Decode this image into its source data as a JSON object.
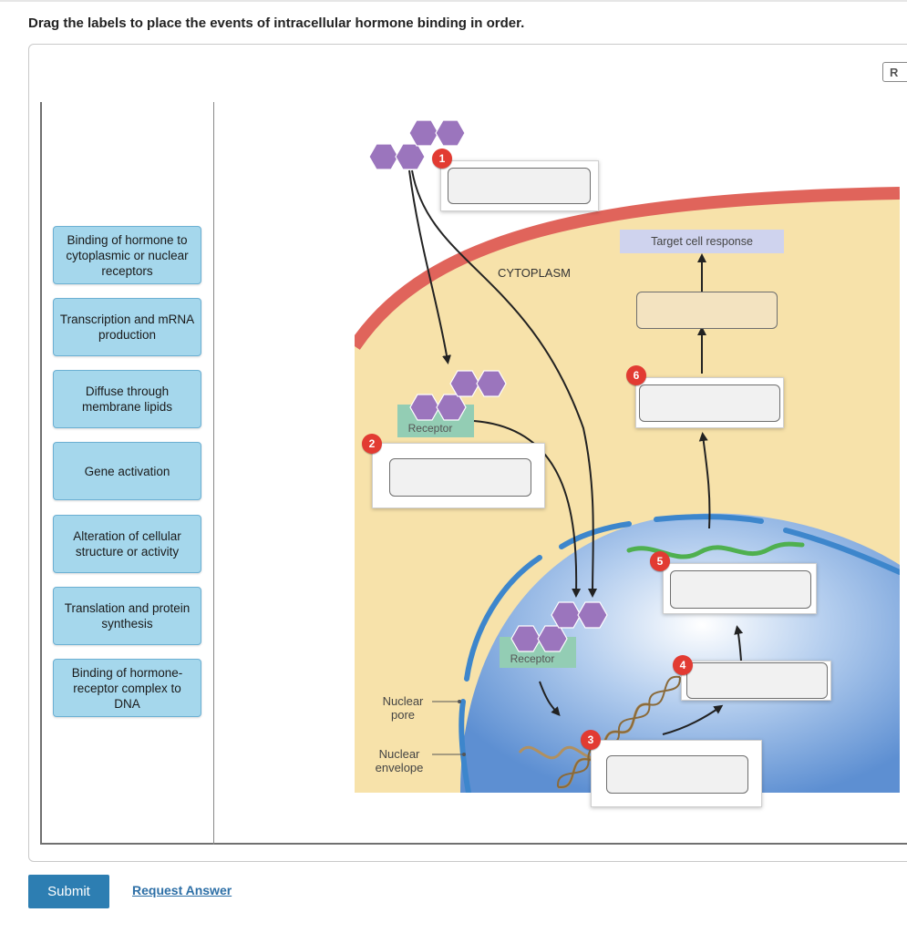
{
  "prompt": "Drag the labels to place the events of intracellular hormone binding in order.",
  "toolbar": {
    "reset_label": "R"
  },
  "labels": [
    "Binding of hormone to cytoplasmic or nuclear receptors",
    "Transcription and mRNA production",
    "Diffuse through membrane lipids",
    "Gene activation",
    "Alteration of cellular structure or activity",
    "Translation and protein synthesis",
    "Binding of hormone-receptor complex to DNA"
  ],
  "diagram": {
    "cytoplasm": "CYTOPLASM",
    "target_response": "Target cell response",
    "receptor_upper": "Receptor",
    "receptor_lower": "Receptor",
    "nuclear_pore_line1": "Nuclear",
    "nuclear_pore_line2": "pore",
    "nuclear_envelope_line1": "Nuclear",
    "nuclear_envelope_line2": "envelope",
    "steps": [
      "1",
      "2",
      "3",
      "4",
      "5",
      "6"
    ],
    "colors": {
      "cytoplasm": "#f7e2aa",
      "membrane": "#e0645b",
      "nucleus": "#5d8fd2",
      "envelope": "#3d86cc",
      "hormone": "#9b75bd",
      "receptor": "#93cdb4",
      "mrna": "#4fb04f",
      "badge": "#e23b32",
      "label_tile": "#a5d7ec",
      "target_box": "#cfd3ee"
    }
  },
  "actions": {
    "submit": "Submit",
    "request_answer": "Request Answer"
  }
}
